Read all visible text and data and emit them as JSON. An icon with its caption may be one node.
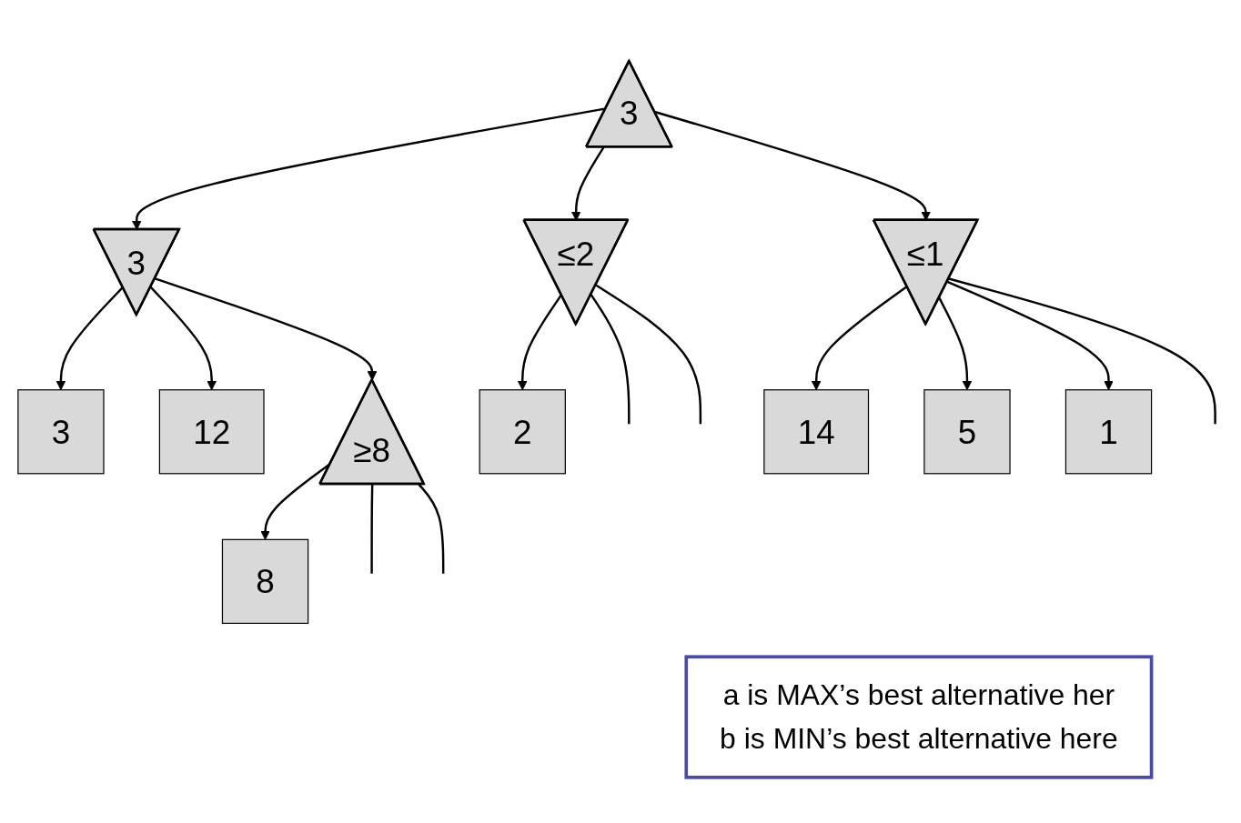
{
  "diagram": {
    "nodes": [
      {
        "text": [
          "3"
        ]
      },
      {
        "text": [
          "3"
        ]
      },
      {
        "text": [
          "≤2"
        ]
      },
      {
        "text": [
          "≤1"
        ]
      },
      {
        "text": [
          "3"
        ]
      },
      {
        "text": [
          "12"
        ]
      },
      {
        "text": [
          "2"
        ]
      },
      {
        "text": [
          "14"
        ]
      },
      {
        "text": [
          "5"
        ]
      },
      {
        "text": [
          "1"
        ]
      },
      {
        "text": [
          "≥8"
        ]
      },
      {
        "text": [
          "8"
        ]
      },
      {
        "text": [
          "a is MAX’s best alternative her",
          "b is MIN’s best alternative here"
        ]
      }
    ],
    "edges": [
      {
        "from": 0,
        "to": 1,
        "arrow": "to"
      },
      {
        "from": 0,
        "to": 2,
        "arrow": "to"
      },
      {
        "from": 0,
        "to": 3,
        "arrow": "to"
      },
      {
        "from": 1,
        "to": 4,
        "arrow": "to"
      },
      {
        "from": 1,
        "to": 5,
        "arrow": "to"
      },
      {
        "from": 1,
        "to": 10,
        "arrow": "to"
      },
      {
        "from": 2,
        "to": 6,
        "arrow": "to"
      },
      {
        "from": 2,
        "to": null,
        "arrow": "none"
      },
      {
        "from": 2,
        "to": null,
        "arrow": "none"
      },
      {
        "from": 3,
        "to": 7,
        "arrow": "to"
      },
      {
        "from": 3,
        "to": 8,
        "arrow": "to"
      },
      {
        "from": 3,
        "to": 9,
        "arrow": "to"
      },
      {
        "from": 3,
        "to": null,
        "arrow": "none"
      },
      {
        "from": 10,
        "to": 11,
        "arrow": "to"
      },
      {
        "from": 10,
        "to": null,
        "arrow": "none"
      },
      {
        "from": 10,
        "to": null,
        "arrow": "none"
      }
    ]
  }
}
